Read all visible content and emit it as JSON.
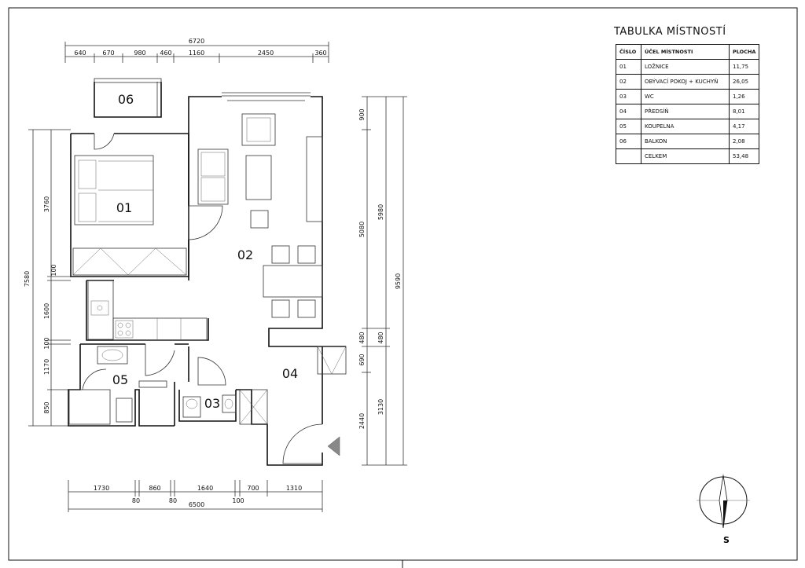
{
  "table": {
    "title": "TABULKA MÍSTNOSTÍ",
    "headers": [
      "ČÍSLO",
      "ÚČEL MÍSTNOSTI",
      "PLOCHA"
    ],
    "rows": [
      {
        "no": "01",
        "name": "LOŽNICE",
        "area": "11,75"
      },
      {
        "no": "02",
        "name": "OBÝVACÍ POKOJ + KUCHYŇ",
        "area": "26,05"
      },
      {
        "no": "03",
        "name": "WC",
        "area": "1,26"
      },
      {
        "no": "04",
        "name": "PŘEDSÍŇ",
        "area": "8,01"
      },
      {
        "no": "05",
        "name": "KOUPELNA",
        "area": "4,17"
      },
      {
        "no": "06",
        "name": "BALKON",
        "area": "2,08"
      }
    ],
    "total": {
      "no": "",
      "name": "CELKEM",
      "area": "53,48"
    }
  },
  "rooms": {
    "r01": "01",
    "r02": "02",
    "r03": "03",
    "r04": "04",
    "r05": "05",
    "r06": "06"
  },
  "dims": {
    "top_total": "6720",
    "top": [
      "640",
      "670",
      "980",
      "460",
      "1160",
      "2450",
      "360"
    ],
    "bottom": [
      "1730",
      "860",
      "1640",
      "700",
      "1310"
    ],
    "bottom_small": [
      "80",
      "80",
      "100"
    ],
    "bottom_total": "6500",
    "left_total": "7580",
    "left": [
      "3760",
      "100",
      "1600",
      "100",
      "1170",
      "850"
    ],
    "right_inner": [
      "900",
      "5080",
      "480",
      "690",
      "2440"
    ],
    "right_mid": [
      "5980",
      "480",
      "3130"
    ],
    "right_total": "9590"
  },
  "compass": {
    "label": "S"
  }
}
